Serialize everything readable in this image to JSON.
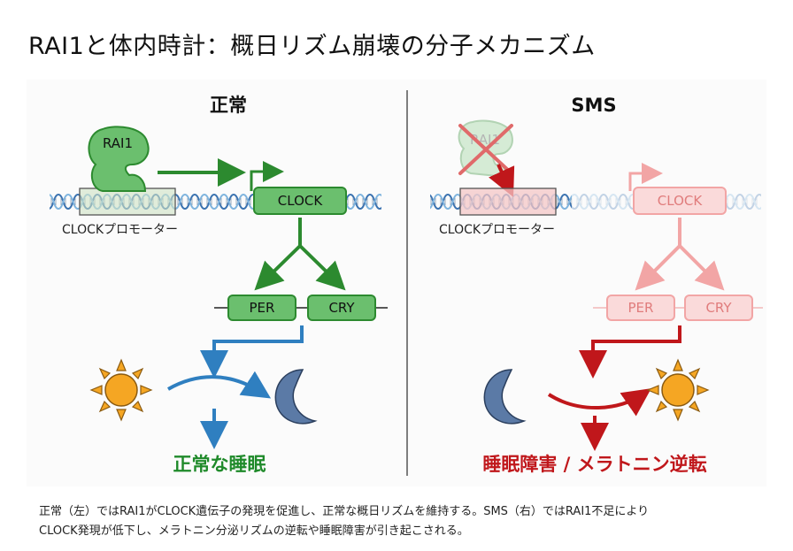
{
  "title": "RAI1と体内時計：概日リズム崩壊の分子メカニズム",
  "normal": {
    "heading": "正常",
    "rai1_label": "RAI1",
    "promoter_label": "CLOCKプロモーター",
    "clock_label": "CLOCK",
    "per_label": "PER",
    "cry_label": "CRY",
    "outcome": "正常な睡眠",
    "outcome_color": "#1f8a2a"
  },
  "sms": {
    "heading": "SMS",
    "rai1_label": "RAI1",
    "promoter_label": "CLOCKプロモーター",
    "clock_label": "CLOCK",
    "per_label": "PER",
    "cry_label": "CRY",
    "outcome": "睡眠障害 / メラトニン逆転",
    "outcome_color": "#c0171b"
  },
  "caption": {
    "line1": "正常（左）ではRAI1がCLOCK遺伝子の発現を促進し、正常な概日リズムを維持する。SMS（右）ではRAI1不足により",
    "line2": "CLOCK発現が低下し、メラトニン分泌リズムの逆転や睡眠障害が引き起こされる。"
  },
  "colors": {
    "green": "#2c8a2f",
    "green_fill": "#6bbf6e",
    "blue": "#2f7fc0",
    "red": "#c0171b",
    "pink": "#f2a5a5",
    "sun": "#f5a623",
    "moon": "#5b7aa6"
  },
  "icons": [
    "sun-icon",
    "moon-icon",
    "cross-icon",
    "arrow-icon"
  ]
}
